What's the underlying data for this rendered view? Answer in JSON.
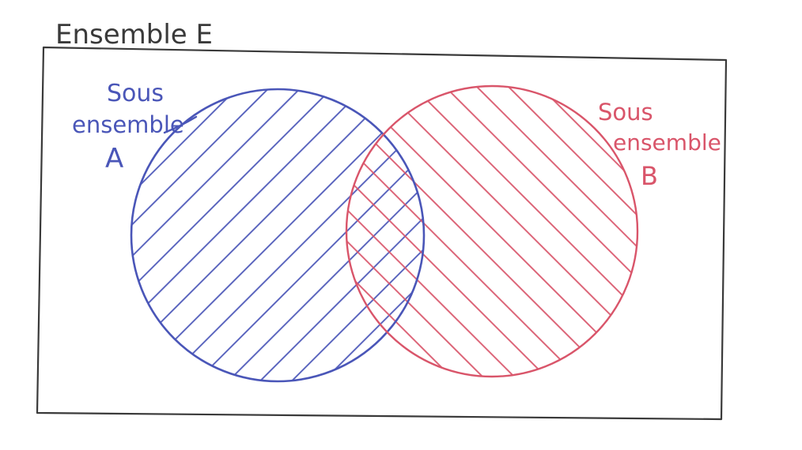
{
  "universe": {
    "label": "Ensemble E",
    "color": "#3a3a3a"
  },
  "subset_a": {
    "label_line1": "Sous",
    "label_line2": "ensemble",
    "label_letter": "A",
    "color": "#4a56b8",
    "hatch_direction": "rising"
  },
  "subset_b": {
    "label_line1": "Sous",
    "label_line2": "ensemble",
    "label_letter": "B",
    "color": "#d9556a",
    "hatch_direction": "falling"
  }
}
